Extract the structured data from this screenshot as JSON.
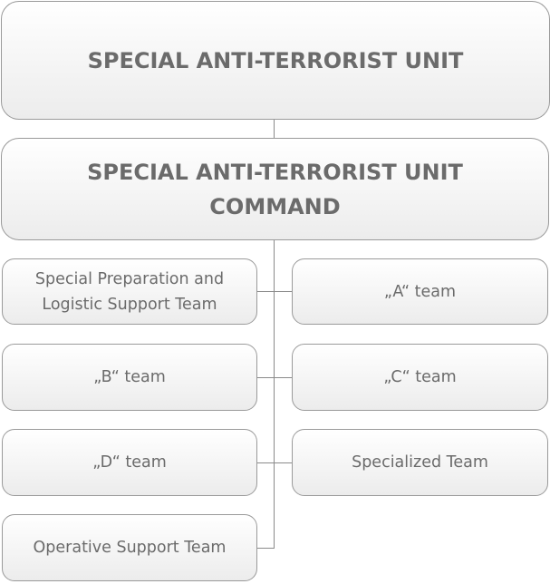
{
  "root": {
    "label": "SPECIAL ANTI-TERRORIST UNIT"
  },
  "command": {
    "label_line1": "SPECIAL ANTI-TERRORIST UNIT",
    "label_line2": "COMMAND"
  },
  "teams": {
    "prep": {
      "line1": "Special Preparation and",
      "line2": "Logistic Support Team"
    },
    "a": "„A“ team",
    "b": "„B“ team",
    "c": "„C“ team",
    "d": "„D“ team",
    "specialized": "Specialized Team",
    "operative": "Operative Support Team"
  }
}
